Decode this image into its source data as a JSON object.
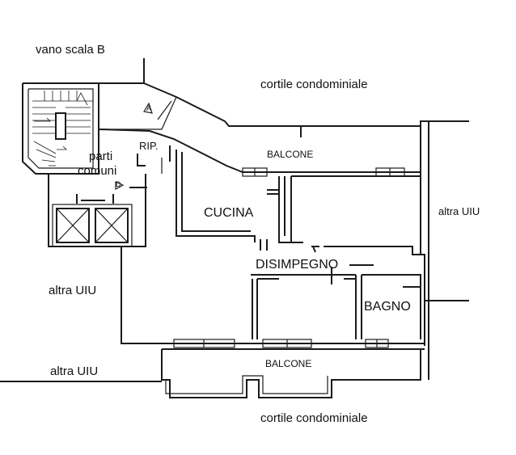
{
  "floor_plan": {
    "labels": {
      "stair": "vano scala B",
      "common_1": "parti",
      "common_2": "comuni",
      "storage": "RIP.",
      "balcony_top": "BALCONE",
      "kitchen": "CUCINA",
      "hallway": "DISIMPEGNO",
      "bathroom": "BAGNO",
      "balcony_bottom": "BALCONE",
      "courtyard_top": "cortile condominiale",
      "courtyard_bottom": "cortile condominiale",
      "other_unit_right": "altra UIU",
      "other_unit_left": "altra UIU",
      "other_unit_bottom_left": "altra UIU",
      "marker_top": "A",
      "marker_left": "D"
    },
    "colors": {
      "line": "#1a1a1a",
      "background": "#ffffff",
      "text": "#111111"
    }
  }
}
